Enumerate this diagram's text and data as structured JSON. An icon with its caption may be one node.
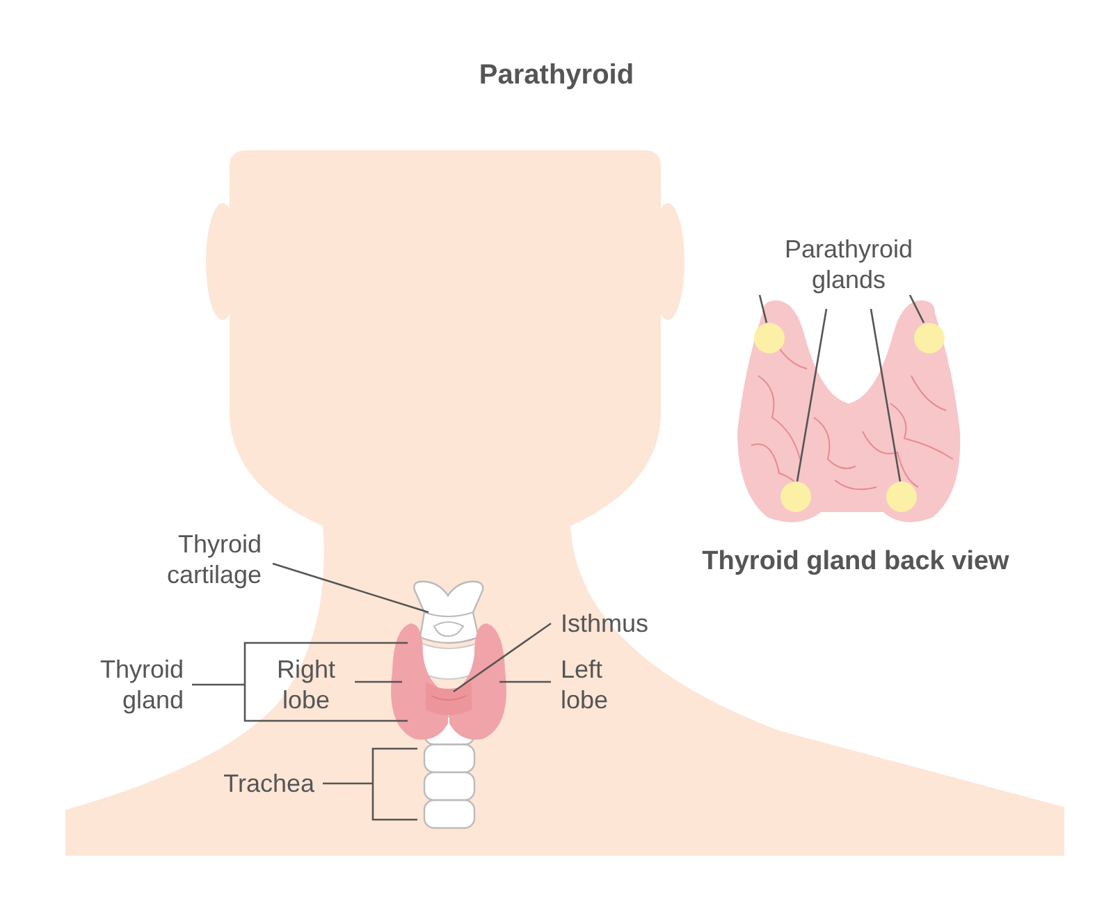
{
  "diagram": {
    "title": "Parathyroid",
    "nodes": [
      {
        "text": [
          "Parathyroid glands"
        ]
      },
      {
        "text": [],
        "shape": "circle"
      },
      {
        "text": [],
        "shape": "circle"
      },
      {
        "text": [],
        "shape": "circle"
      },
      {
        "text": [],
        "shape": "circle"
      },
      {
        "text": [
          "Thyroid cartilage"
        ]
      },
      {
        "text": [],
        "shape": "picture"
      },
      {
        "text": [
          "Isthmus"
        ]
      },
      {
        "text": [],
        "shape": "picture"
      },
      {
        "text": [
          "Right lobe"
        ]
      },
      {
        "text": [],
        "shape": "picture"
      },
      {
        "text": [
          "Left lobe"
        ]
      },
      {
        "text": [],
        "shape": "picture"
      }
    ],
    "edges": [
      {
        "from": 0,
        "to": 1,
        "arrow": "none"
      },
      {
        "from": 0,
        "to": 2,
        "arrow": "none"
      },
      {
        "from": 0,
        "to": 3,
        "arrow": "none"
      },
      {
        "from": 0,
        "to": 4,
        "arrow": "none"
      },
      {
        "from": 5,
        "to": 6,
        "arrow": "none"
      },
      {
        "from": 7,
        "to": 8,
        "arrow": "none"
      },
      {
        "from": 9,
        "to": 10,
        "arrow": "none"
      },
      {
        "from": 11,
        "to": 12,
        "arrow": "none"
      }
    ],
    "labels": [
      "Thyroid gland back view",
      "Thyroid gland",
      "Trachea"
    ]
  }
}
